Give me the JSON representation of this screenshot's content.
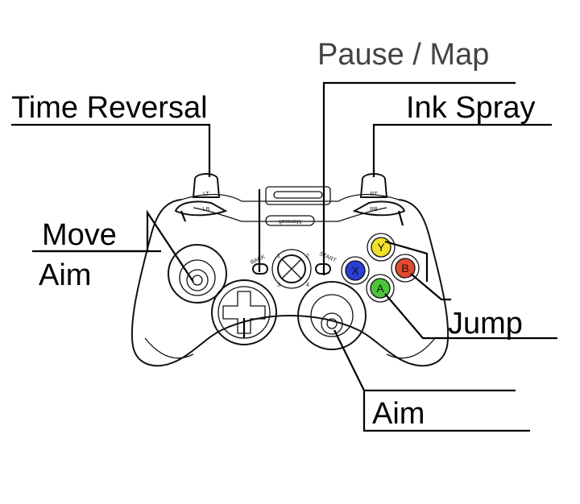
{
  "labels": {
    "pause_map": "Pause / Map",
    "time_reversal": "Time Reversal",
    "ink_spray": "Ink Spray",
    "move": "Move",
    "aim_left": "Aim",
    "jump": "Jump",
    "aim_right": "Aim"
  },
  "controller": {
    "lt": "LT",
    "rt": "RT",
    "lb": "LB",
    "rb": "RB",
    "back": "BACK",
    "start": "START",
    "brand": "Microsoft",
    "quadrants": [
      "1",
      "2",
      "3",
      "4"
    ],
    "buttons": {
      "y": {
        "letter": "Y",
        "color": "#f2e12a"
      },
      "x": {
        "letter": "X",
        "color": "#2b3fd6"
      },
      "b": {
        "letter": "B",
        "color": "#e14a2e"
      },
      "a": {
        "letter": "A",
        "color": "#4fc43a"
      }
    }
  }
}
